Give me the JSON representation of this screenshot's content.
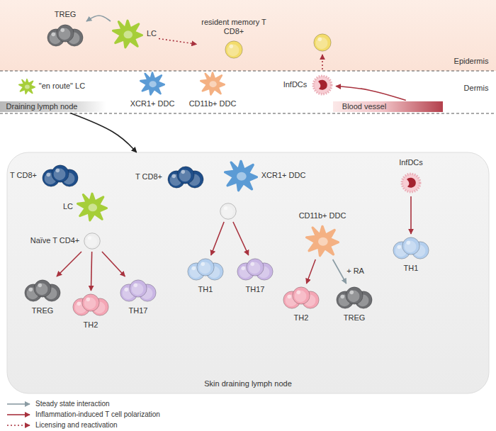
{
  "diagram": {
    "nodes": [
      {
        "text": [
          "Epidermis"
        ]
      },
      {
        "text": [
          "TREG"
        ],
        "in": 0
      },
      {
        "text": [
          "LC"
        ],
        "in": 0
      },
      {
        "text": [
          "resident memory T CD8+"
        ],
        "in": 0
      },
      {
        "text": [
          "Dermis"
        ]
      },
      {
        "text": [
          "\"en route\" LC"
        ],
        "in": 4
      },
      {
        "text": [
          "Draining lymph node"
        ],
        "in": 4
      },
      {
        "text": [
          "XCR1+ DDC"
        ],
        "in": 4
      },
      {
        "text": [
          "CD11b+ DDC"
        ],
        "in": 4
      },
      {
        "text": [
          "InfDCs"
        ],
        "in": 4
      },
      {
        "text": [
          "Blood vessel"
        ],
        "in": 4
      },
      {
        "text": [
          "Skin draining lymph node"
        ]
      },
      {
        "text": [
          "T CD8+"
        ],
        "in": 11
      },
      {
        "text": [
          "LC"
        ],
        "in": 11
      },
      {
        "text": [
          "Naïve T CD4+"
        ],
        "in": 11
      },
      {
        "text": [
          "TREG"
        ],
        "in": 11
      },
      {
        "text": [
          "TH2"
        ],
        "in": 11
      },
      {
        "text": [
          "TH17"
        ],
        "in": 11
      },
      {
        "text": [
          "T CD8+"
        ],
        "in": 11
      },
      {
        "text": [
          "XCR1+ DDC"
        ],
        "in": 11
      },
      {
        "text": [
          "TH1"
        ],
        "in": 11
      },
      {
        "text": [
          "TH17"
        ],
        "in": 11
      },
      {
        "text": [
          "CD11b+ DDC"
        ],
        "in": 11
      },
      {
        "text": [
          "TH2"
        ],
        "in": 11
      },
      {
        "text": [
          "TREG"
        ],
        "in": 11
      },
      {
        "text": [
          "InfDCs"
        ],
        "in": 11
      },
      {
        "text": [
          "TH1"
        ],
        "in": 11
      }
    ],
    "edges": [
      {
        "from": 2,
        "to": 1,
        "arrow": "to"
      },
      {
        "from": 2,
        "to": 3,
        "arrow": "to"
      },
      {
        "from": 10,
        "to": 9,
        "arrow": "to"
      },
      {
        "from": 6,
        "to": 11,
        "arrow": "to"
      },
      {
        "from": 14,
        "to": 15,
        "arrow": "to"
      },
      {
        "from": 14,
        "to": 16,
        "arrow": "to"
      },
      {
        "from": 14,
        "to": 17,
        "arrow": "to"
      },
      {
        "from": 19,
        "to": 20,
        "arrow": "to"
      },
      {
        "from": 19,
        "to": 21,
        "arrow": "to"
      },
      {
        "from": 22,
        "to": 23,
        "arrow": "to"
      },
      {
        "from": 22,
        "to": 24,
        "label": "+ RA",
        "arrow": "to"
      },
      {
        "from": 25,
        "to": 26,
        "arrow": "to"
      }
    ],
    "legend": [
      {
        "text": "Steady state interaction"
      },
      {
        "text": "Inflammation-induced T cell polarization"
      },
      {
        "text": "Licensing and reactivation"
      }
    ]
  }
}
